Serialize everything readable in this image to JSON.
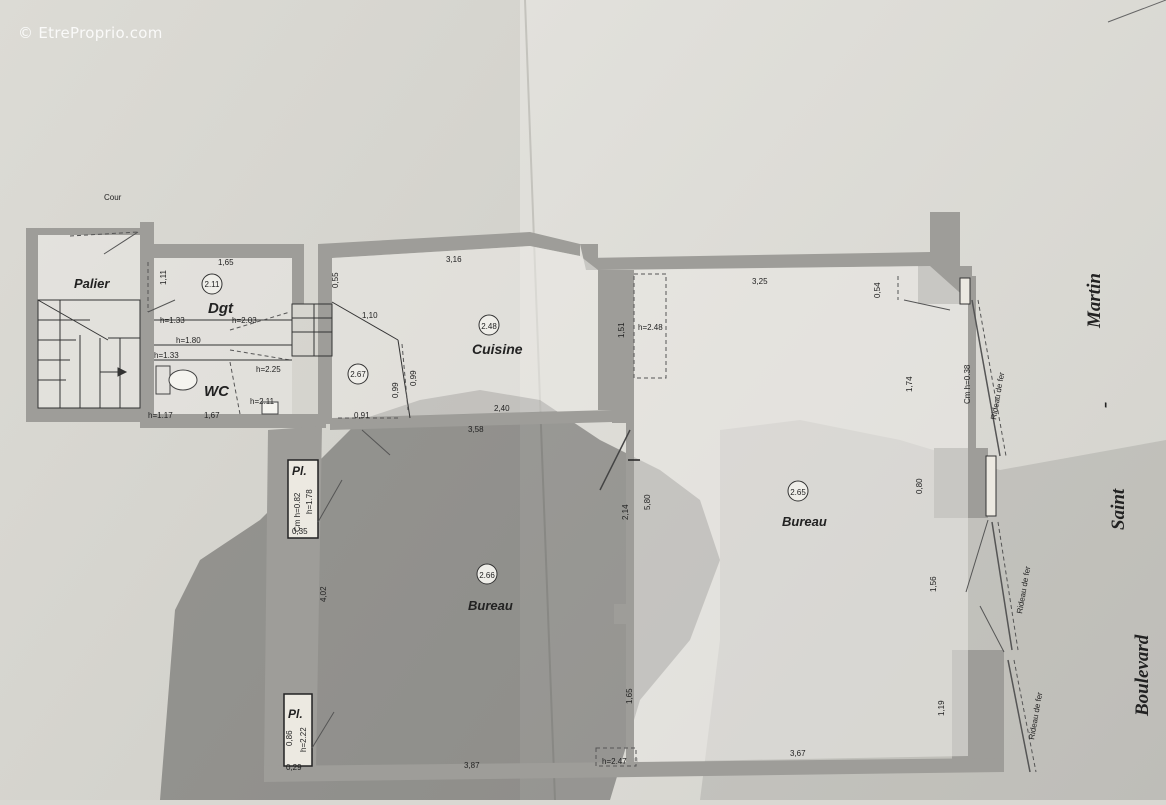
{
  "watermark": "© EtreProprio.com",
  "labels": {
    "cour": "Cour",
    "street_1": "Martin",
    "street_2": "-",
    "street_3": "Saint",
    "street_4": "Boulevard"
  },
  "rooms": {
    "palier": "Palier",
    "dgt": "Dgt",
    "wc": "WC",
    "cuisine": "Cuisine",
    "bureau_left": "Bureau",
    "bureau_right": "Bureau",
    "placard_top": "Pl.",
    "placard_bottom": "Pl."
  },
  "badges": {
    "dgt": "2.11",
    "cuisine": "2.48",
    "small": "2.67",
    "bureau_left": "2.66",
    "bureau_right": "2.65"
  },
  "dimensions": {
    "d165": "1,65",
    "d111": "1,11",
    "h133a": "h=1.33",
    "h203": "h=2.03",
    "h180": "h=1.80",
    "h133b": "h=1.33",
    "h225": "h=2.25",
    "h211": "h=2.11",
    "h117": "h=1.17",
    "d167": "1,67",
    "d055": "0,55",
    "d316": "3,16",
    "d110": "1,10",
    "d099a": "0,99",
    "d099b": "0,99",
    "d091": "0,91",
    "d240": "2,40",
    "d358": "3,58",
    "d151": "1,51",
    "h248a": "h=2.48",
    "d325": "3,25",
    "d054": "0,54",
    "d174": "1,74",
    "cm038": "Cm h=0.38",
    "rideau1": "Rideau de fer",
    "cm082": "Cm h=0.82",
    "h178": "h=1.78",
    "d035": "0,35",
    "d214": "2,14",
    "d580": "5,80",
    "d080": "0,80",
    "d156": "1,56",
    "rideau2": "Rideau de fer",
    "d402": "4,02",
    "d165b": "1,65",
    "d119": "1,19",
    "rideau3": "Rideau de fer",
    "d086": "0,86",
    "h222": "h=2.22",
    "d029": "0,29",
    "d387": "3,87",
    "h247": "h=2.47",
    "d367": "3,67"
  }
}
